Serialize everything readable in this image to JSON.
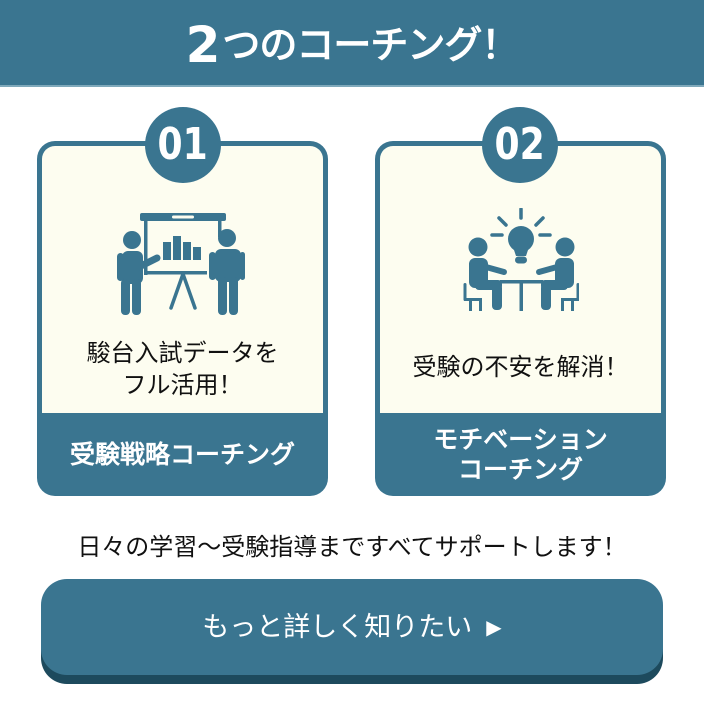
{
  "header": {
    "title_number": "2",
    "title_rest": "つのコーチング！"
  },
  "cards": [
    {
      "number": "01",
      "icon": "presentation-icon",
      "description_lines": [
        "駿台入試データを",
        "フル活用！"
      ],
      "label_lines": [
        "受験戦略コーチング"
      ]
    },
    {
      "number": "02",
      "icon": "meeting-idea-icon",
      "description_lines": [
        "受験の不安を解消！"
      ],
      "label_lines": [
        "モチベーション",
        "コーチング"
      ]
    }
  ],
  "subtitle": "日々の学習〜受験指導まですべてサポートします！",
  "cta": {
    "label": "もっと詳しく知りたい",
    "arrow_icon": "▶"
  },
  "colors": {
    "primary": "#3a7590",
    "card_background": "#fdfdf0",
    "button_shadow": "#1d4a5d",
    "header_divider": "#7fa9bb",
    "text": "#111111",
    "on_primary": "#ffffff"
  }
}
